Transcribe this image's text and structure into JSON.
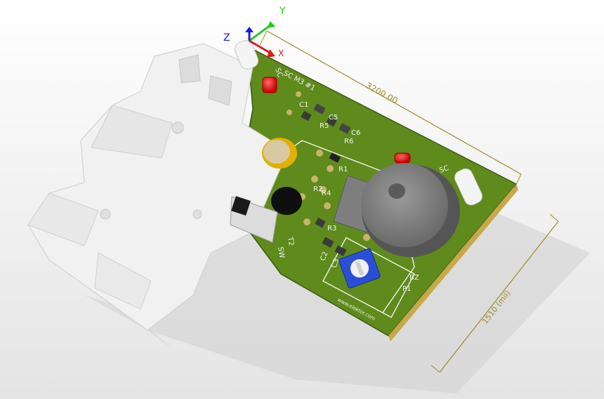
{
  "viewer": {
    "background_top": "#ffffff",
    "background_bottom": "#e4e4e4"
  },
  "axes": {
    "x_label": "X",
    "y_label": "Y",
    "z_label": "Z",
    "x_color": "#e01a1a",
    "y_color": "#22cc22",
    "z_color": "#1a1ae0"
  },
  "dimensions": {
    "width_label": "3200.00",
    "height_label": "1510 (mil)",
    "color": "#a08a2a"
  },
  "board": {
    "color": "#5f8a1c",
    "silk_color": "#f2f2f2",
    "designators": {
      "c1": "C1",
      "c5": "C5",
      "c6": "C6",
      "r5": "R5",
      "r6": "R6",
      "r1": "R1",
      "r2": "R2",
      "r3": "R3",
      "r4": "R4",
      "t2": "T2",
      "sw": "SW",
      "c2": "C2",
      "c3": "C3",
      "bz": "BZ",
      "p1": "P1",
      "sc_top": "SC",
      "sc_right": "SC",
      "header_text": "SC M3 #1",
      "footer_text": "www.elektor.com"
    }
  }
}
